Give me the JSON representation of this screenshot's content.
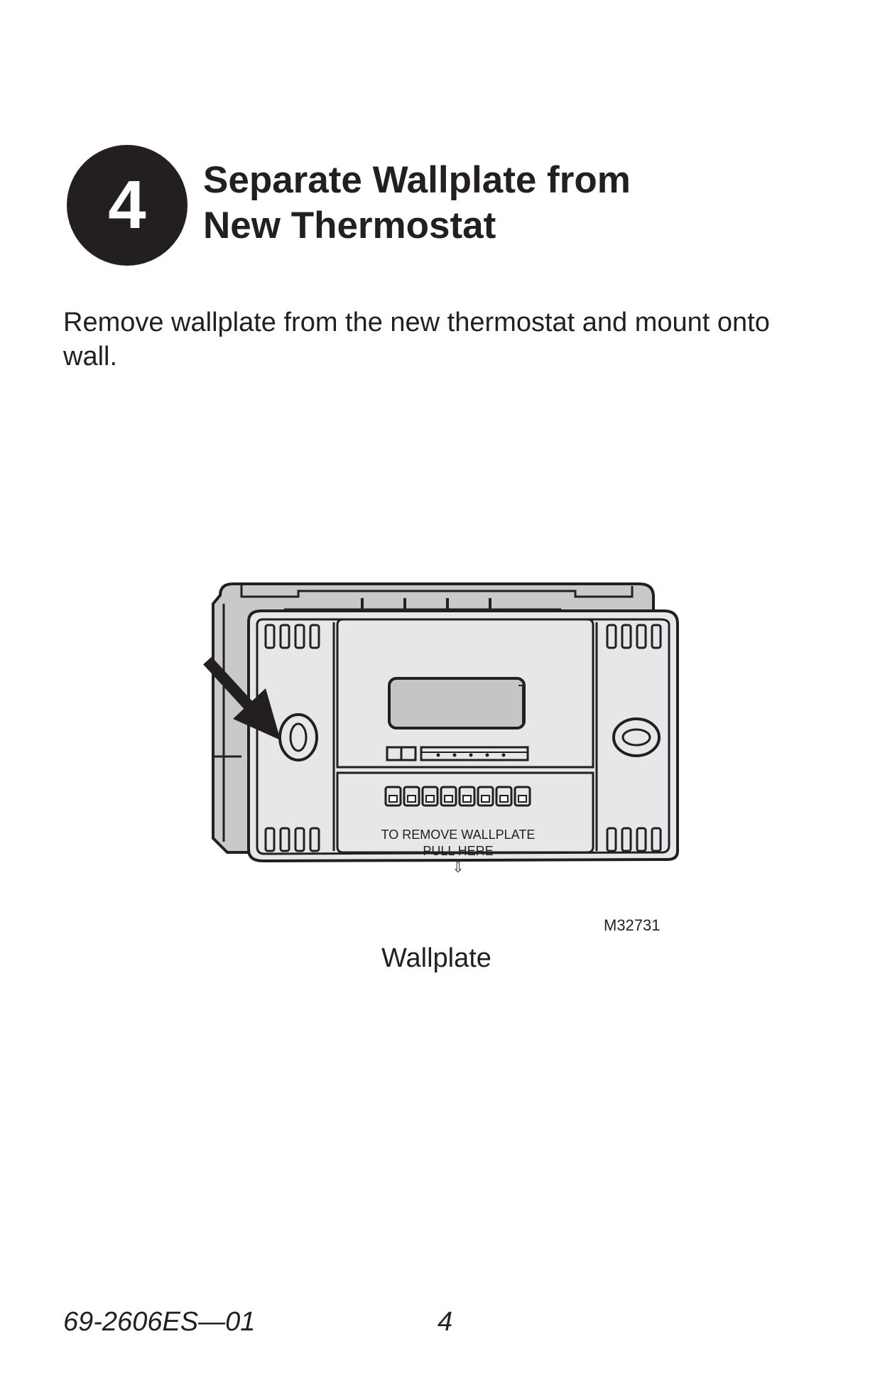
{
  "step": {
    "number": "4",
    "title_line1": "Separate Wallplate from",
    "title_line2": "New Thermostat"
  },
  "instruction": "Remove wallplate from the new thermostat and mount onto wall.",
  "figure": {
    "label_line1": "TO REMOVE WALLPLATE",
    "label_line2": "PULL HERE",
    "pull_arrow": "⇩",
    "reference": "M32731",
    "caption": "Wallplate",
    "colors": {
      "outline": "#231f20",
      "back_housing": "#c8c9cb",
      "front_housing": "#e6e7e8",
      "display": "#c4c5c7"
    }
  },
  "footer": {
    "doc_number": "69-2606ES—01",
    "page_number": "4"
  }
}
